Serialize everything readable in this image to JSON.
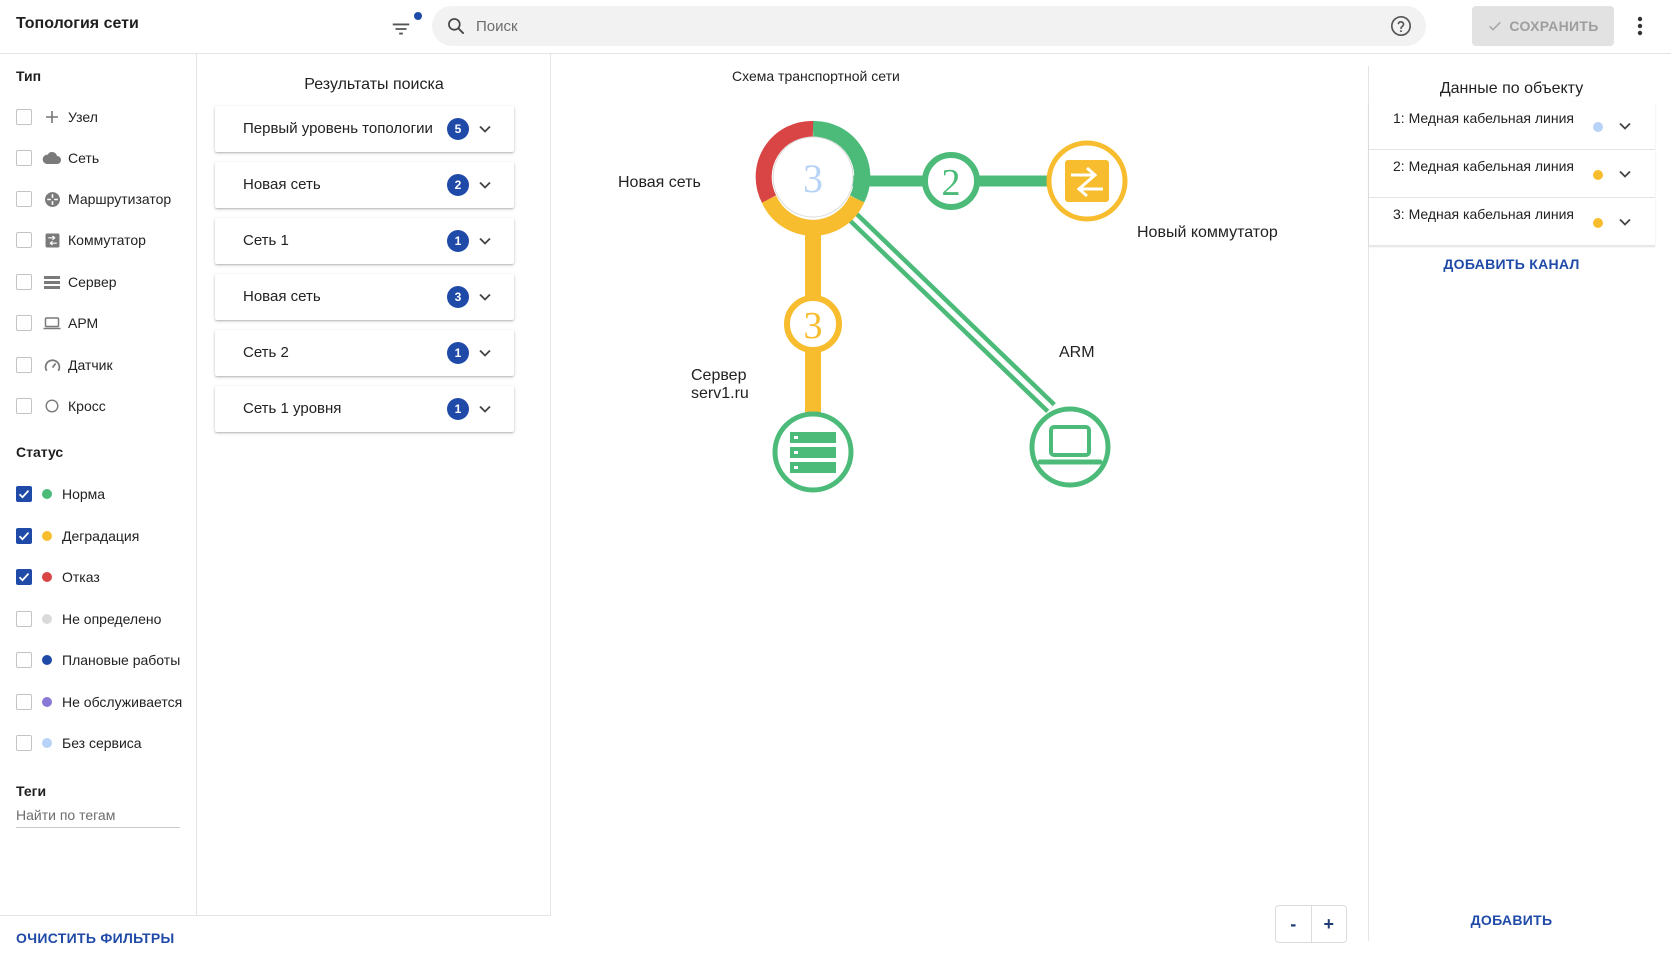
{
  "header": {
    "title": "Топология сети",
    "search_placeholder": "Поиск",
    "save_label": "СОХРАНИТЬ"
  },
  "filters": {
    "type_title": "Тип",
    "types": [
      {
        "label": "Узел",
        "icon": "plus-icon"
      },
      {
        "label": "Сеть",
        "icon": "cloud-icon"
      },
      {
        "label": "Маршрутизатор",
        "icon": "router-icon"
      },
      {
        "label": "Коммутатор",
        "icon": "switch-icon"
      },
      {
        "label": "Сервер",
        "icon": "server-icon"
      },
      {
        "label": "АРМ",
        "icon": "laptop-icon"
      },
      {
        "label": "Датчик",
        "icon": "gauge-icon"
      },
      {
        "label": "Кросс",
        "icon": "circle-icon"
      }
    ],
    "status_title": "Статус",
    "statuses": [
      {
        "label": "Норма",
        "color": "#4cbb7a",
        "checked": true
      },
      {
        "label": "Деградация",
        "color": "#f7bd2e",
        "checked": true
      },
      {
        "label": "Отказ",
        "color": "#d94444",
        "checked": true
      },
      {
        "label": "Не определено",
        "color": "#dadada",
        "checked": false
      },
      {
        "label": "Плановые работы",
        "color": "#1f4aa8",
        "checked": false
      },
      {
        "label": "Не обслуживается",
        "color": "#8a78d6",
        "checked": false
      },
      {
        "label": "Без сервиса",
        "color": "#b7d3f7",
        "checked": false
      }
    ],
    "tags_title": "Теги",
    "tags_placeholder": "Найти по тегам",
    "clear_label": "ОЧИСТИТЬ ФИЛЬТРЫ"
  },
  "results": {
    "title": "Результаты поиска",
    "items": [
      {
        "label": "Первый уровень топологии",
        "count": "5"
      },
      {
        "label": "Новая сеть",
        "count": "2"
      },
      {
        "label": "Сеть 1",
        "count": "1"
      },
      {
        "label": "Новая сеть",
        "count": "3"
      },
      {
        "label": "Сеть 2",
        "count": "1"
      },
      {
        "label": "Сеть 1 уровня",
        "count": "1"
      }
    ]
  },
  "schema": {
    "title": "Схема транспортной сети",
    "hub_count": "3",
    "channel_count_switch": "2",
    "channel_count_server": "3",
    "labels": {
      "network": "Новая сеть",
      "switch": "Новый коммутатор",
      "arm": "ARM",
      "server_line1": "Сервер",
      "server_line2": "serv1.ru"
    },
    "zoom_out": "-",
    "zoom_in": "+",
    "colors": {
      "green": "#4cbb7a",
      "yellow": "#f7bd2e",
      "red": "#d94444",
      "blue_text": "#b7d3f7"
    }
  },
  "object": {
    "title": "Данные по объекту",
    "items": [
      {
        "label": "1: Медная кабельная линия",
        "color": "#b7d3f7"
      },
      {
        "label": "2: Медная кабельная линия",
        "color": "#f7bd2e"
      },
      {
        "label": "3: Медная кабельная линия",
        "color": "#f7bd2e"
      }
    ],
    "add_channel_label": "ДОБАВИТЬ КАНАЛ",
    "add_label": "ДОБАВИТЬ"
  }
}
